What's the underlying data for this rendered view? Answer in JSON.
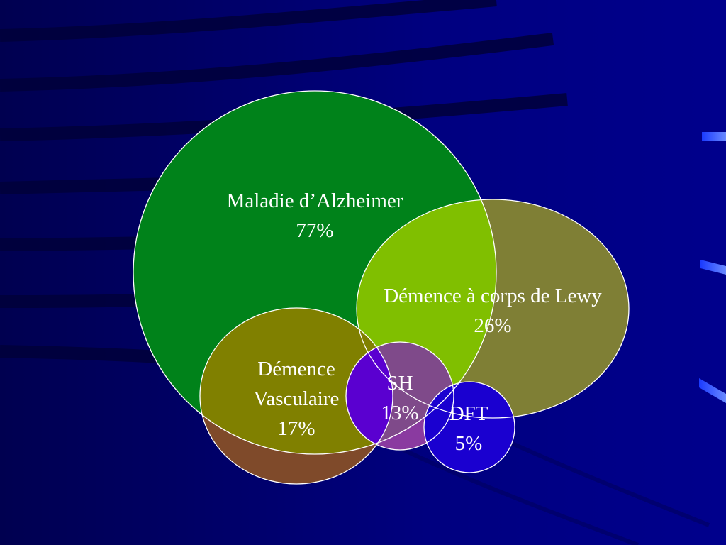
{
  "diagram": {
    "type": "venn",
    "background_color": "#00007a",
    "outline_color": "#ffffff",
    "sets": [
      {
        "id": "alzheimer",
        "name": "Maladie d’Alzheimer",
        "value": "77%",
        "color": "#00821a"
      },
      {
        "id": "lewy",
        "name": "Démence à corps de Lewy",
        "value": "26%",
        "color": "#7f7f35"
      },
      {
        "id": "vascular",
        "name": "Démence Vasculaire",
        "name_lines": [
          "Démence",
          "Vasculaire"
        ],
        "value": "17%",
        "color": "#7f4a2a"
      },
      {
        "id": "sh",
        "name": "SH",
        "value": "13%",
        "color": "#8a3aa0"
      },
      {
        "id": "dft",
        "name": "DFT",
        "value": "5%",
        "color": "#1a00d0"
      }
    ],
    "overlap_colors": {
      "alzheimer_lewy": "#80bf00",
      "alzheimer_vascular": "#808000",
      "alzheimer_sh": "#7f4a8a",
      "vascular_sh": "#5a00d0"
    }
  }
}
